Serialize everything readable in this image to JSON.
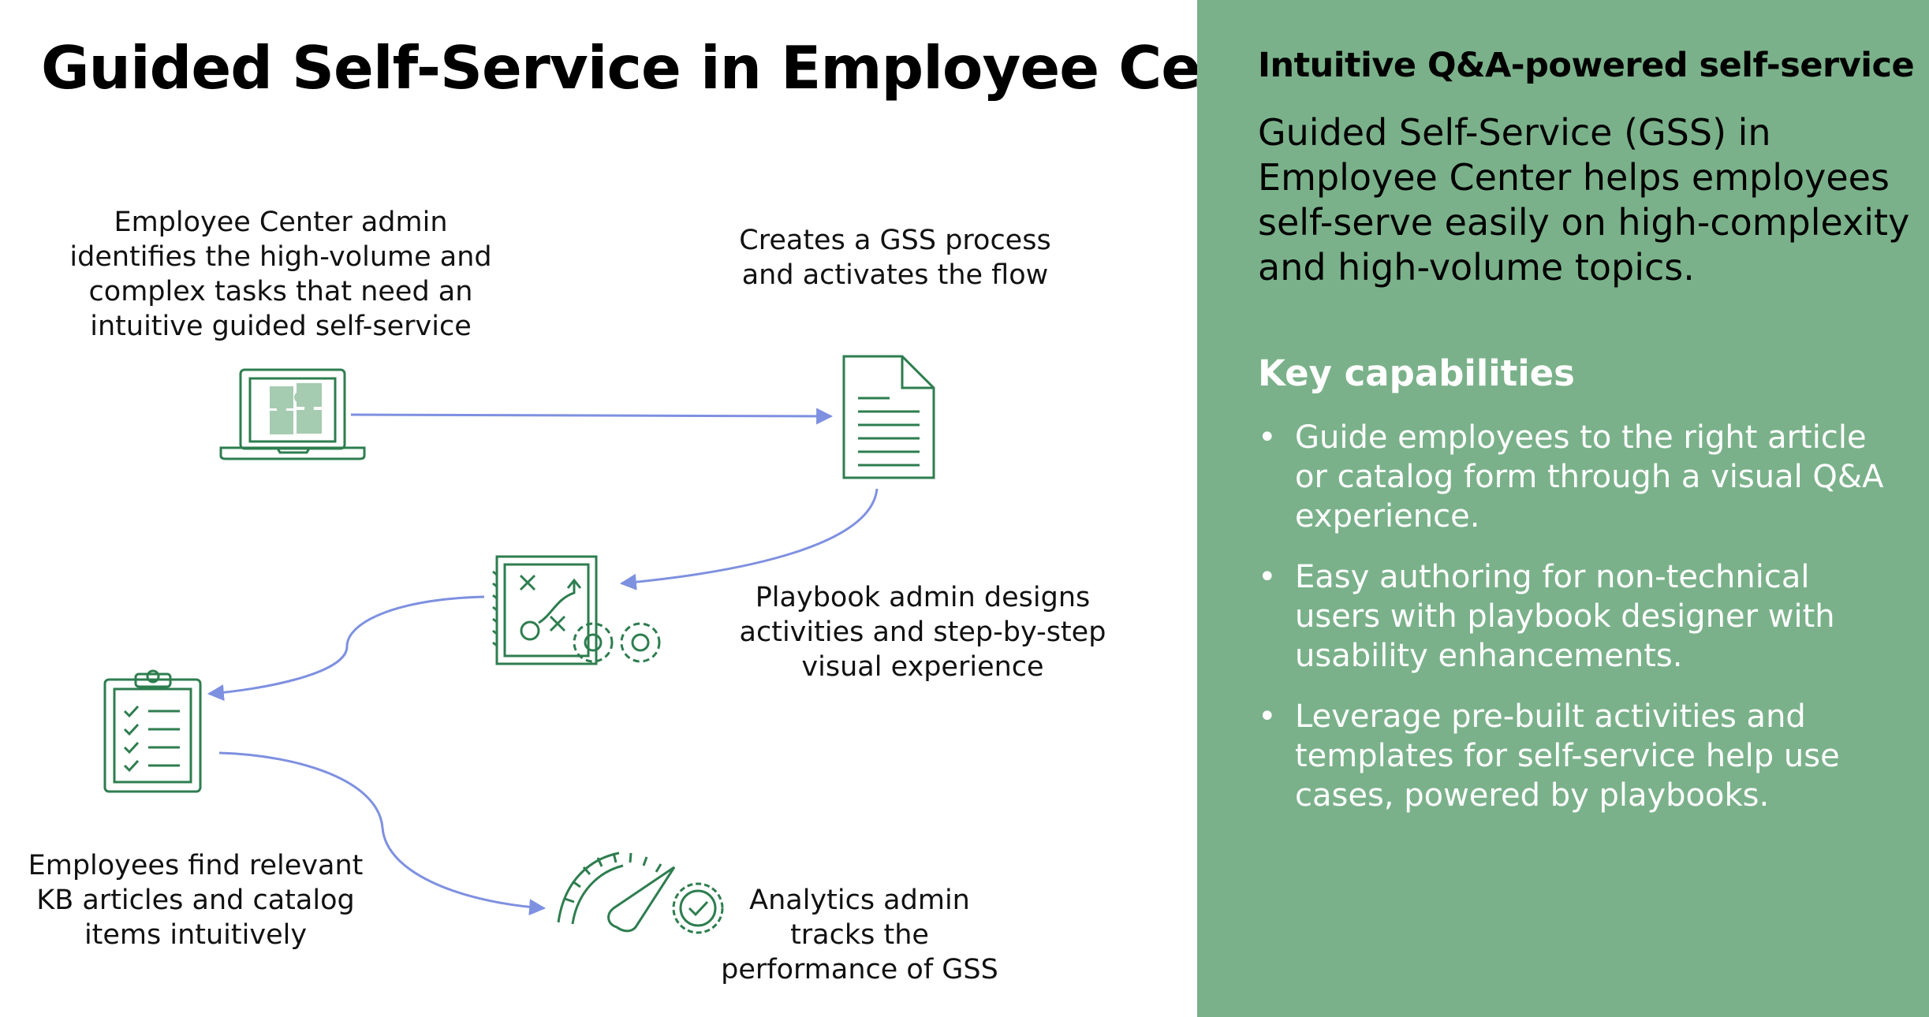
{
  "title": "Guided Self-Service in Employee Center",
  "steps": {
    "admin_identify": [
      "Employee Center admin",
      "identifies the high-volume and",
      "complex tasks that need an",
      "intuitive guided self-service"
    ],
    "create_process": [
      "Creates a GSS process",
      "and activates the flow"
    ],
    "playbook_design": [
      "Playbook admin designs",
      "activities and step-by-step",
      "visual experience"
    ],
    "employees_find": [
      "Employees find relevant",
      "KB articles and catalog",
      "items intuitively"
    ],
    "analytics_track": [
      "Analytics admin",
      "tracks the",
      "performance of GSS"
    ]
  },
  "icons": {
    "laptop": "laptop-puzzle-icon",
    "document": "document-icon",
    "playbook": "playbook-strategy-icon",
    "checklist": "checklist-clipboard-icon",
    "gauge": "performance-gauge-icon"
  },
  "colors": {
    "panel_bg": "#7ab18a",
    "icon_green": "#2e7d4f",
    "icon_fill": "#a5cbb0",
    "arrow": "#7e90e0"
  },
  "panel": {
    "heading": "Intuitive Q&A-powered self-service",
    "intro": [
      "Guided Self-Service (GSS) in",
      "Employee Center helps employees",
      "self-serve easily on high-complexity",
      "and high-volume topics."
    ],
    "key_heading": "Key capabilities",
    "bullets": [
      [
        "Guide employees to the right article",
        "or catalog form through a visual Q&A",
        "experience."
      ],
      [
        "Easy authoring for non-technical",
        "users with playbook designer with",
        "usability enhancements."
      ],
      [
        "Leverage pre-built activities and",
        "templates for self-service help use",
        "cases, powered by playbooks."
      ]
    ]
  }
}
